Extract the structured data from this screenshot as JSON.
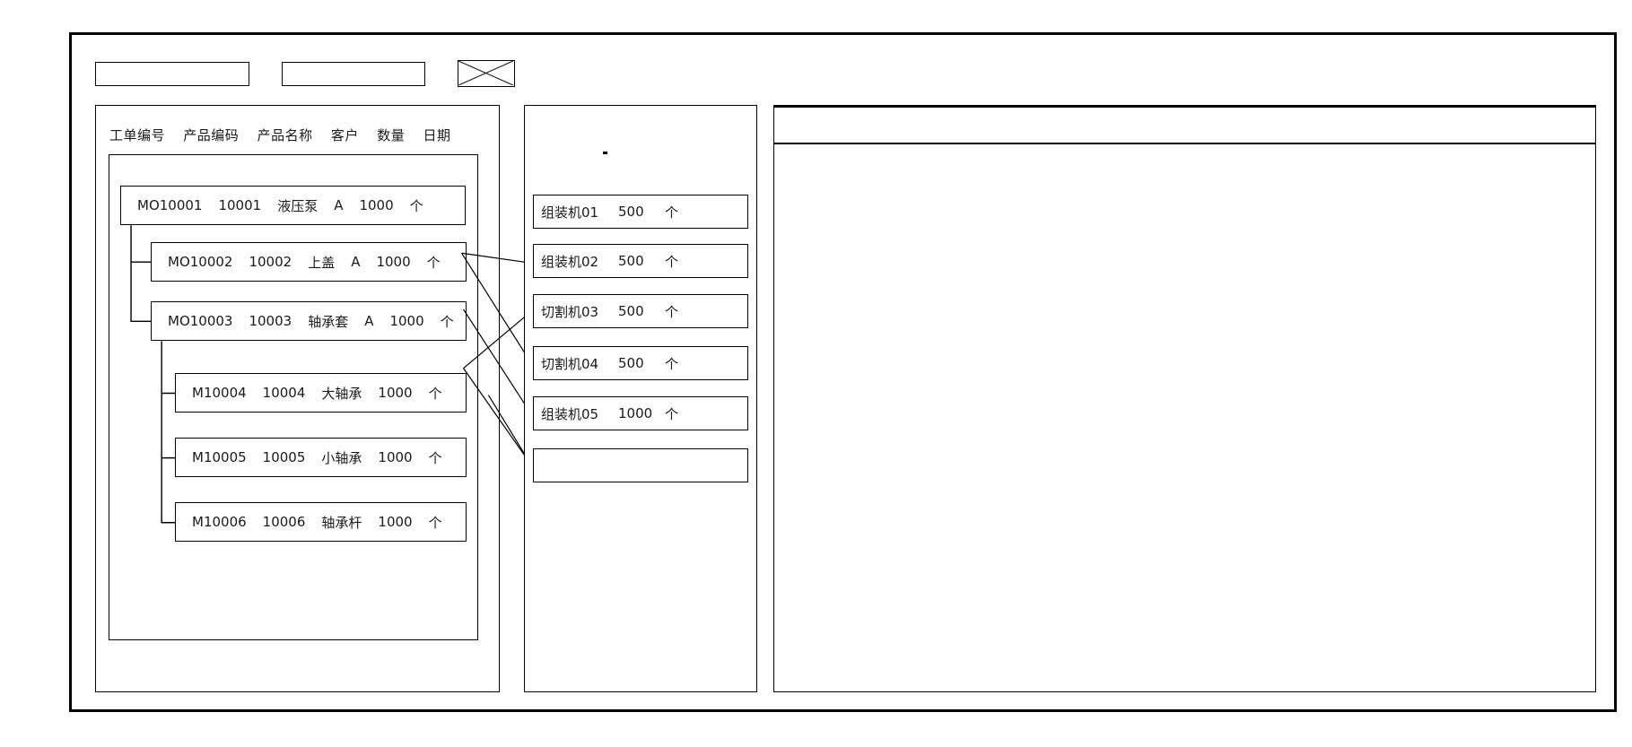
{
  "window": {
    "title": ""
  },
  "toolbar": {
    "field_one_value": "",
    "field_one_placeholder": "",
    "field_two_value": "",
    "field_two_placeholder": "",
    "image_placeholder_icon": "crossed-box-placeholder-icon"
  },
  "left_panel": {
    "columns": [
      "工单编号",
      "产品编码",
      "产品名称",
      "客户",
      "数量",
      "日期"
    ],
    "rows": [
      {
        "level": 0,
        "order_no": "MO10001",
        "product_code": "10001",
        "product_name": "液压泵",
        "customer": "A",
        "quantity": "1000",
        "unit": "个"
      },
      {
        "level": 1,
        "order_no": "MO10002",
        "product_code": "10002",
        "product_name": "上盖",
        "customer": "A",
        "quantity": "1000",
        "unit": "个"
      },
      {
        "level": 1,
        "order_no": "MO10003",
        "product_code": "10003",
        "product_name": "轴承套",
        "customer": "A",
        "quantity": "1000",
        "unit": "个"
      },
      {
        "level": 2,
        "order_no": "M10004",
        "product_code": "10004",
        "product_name": "大轴承",
        "customer": "",
        "quantity": "1000",
        "unit": "个"
      },
      {
        "level": 2,
        "order_no": "M10005",
        "product_code": "10005",
        "product_name": "小轴承",
        "customer": "",
        "quantity": "1000",
        "unit": "个"
      },
      {
        "level": 2,
        "order_no": "M10006",
        "product_code": "10006",
        "product_name": "轴承杆",
        "customer": "",
        "quantity": "1000",
        "unit": "个"
      }
    ]
  },
  "middle_panel": {
    "machines": [
      {
        "name": "组装机01",
        "quantity": "500",
        "unit": "个"
      },
      {
        "name": "组装机02",
        "quantity": "500",
        "unit": "个"
      },
      {
        "name": "切割机03",
        "quantity": "500",
        "unit": "个"
      },
      {
        "name": "切割机04",
        "quantity": "500",
        "unit": "个"
      },
      {
        "name": "组装机05",
        "quantity": "1000",
        "unit": "个"
      },
      {
        "name": "",
        "quantity": "",
        "unit": ""
      }
    ]
  },
  "right_panel": {
    "header_text": "",
    "body_text": ""
  },
  "colors": {
    "stroke": "#000000",
    "background": "#ffffff",
    "text": "#1a1a1a"
  }
}
